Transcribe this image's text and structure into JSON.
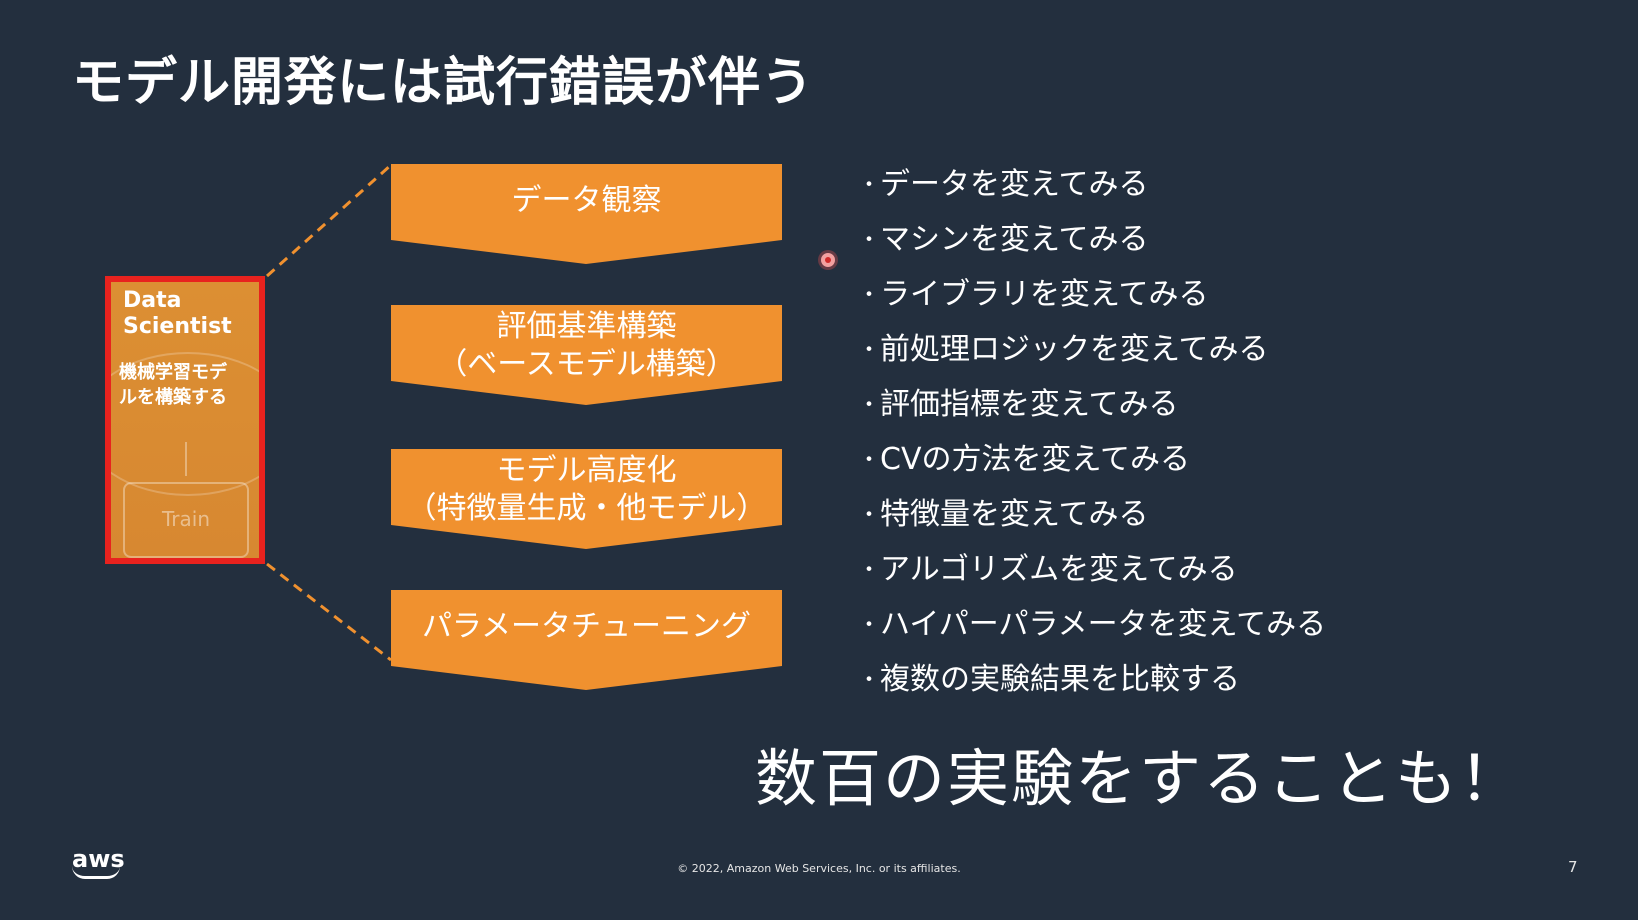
{
  "slide": {
    "title": "モデル開発には試行錯誤が伴う",
    "data_scientist": {
      "name_line1": "Data",
      "name_line2": "Scientist",
      "task_line1": "機械学習モデ",
      "task_line2": "ルを構築する",
      "train_label": "Train"
    },
    "steps": [
      {
        "line1": "データ観察",
        "line2": ""
      },
      {
        "line1": "評価基準構築",
        "line2": "（ベースモデル構築）"
      },
      {
        "line1": "モデル高度化",
        "line2": "（特徴量生成・他モデル）"
      },
      {
        "line1": "パラメータチューニング",
        "line2": ""
      }
    ],
    "bullets": [
      "データを変えてみる",
      "マシンを変えてみる",
      "ライブラリを変えてみる",
      "前処理ロジックを変えてみる",
      "評価指標を変えてみる",
      "CVの方法を変えてみる",
      "特徴量を変えてみる",
      "アルゴリズムを変えてみる",
      "ハイパーパラメータを変えてみる",
      "複数の実験結果を比較する"
    ],
    "bullet_mark": "・",
    "conclusion": "数百の実験をすることも！",
    "footer": {
      "logo": "aws",
      "copyright": "© 2022, Amazon Web Services, Inc. or its affiliates.",
      "page_number": "7"
    },
    "colors": {
      "background": "#232f3e",
      "accent_orange": "#f0912f",
      "highlight_red": "#e8221e"
    }
  }
}
